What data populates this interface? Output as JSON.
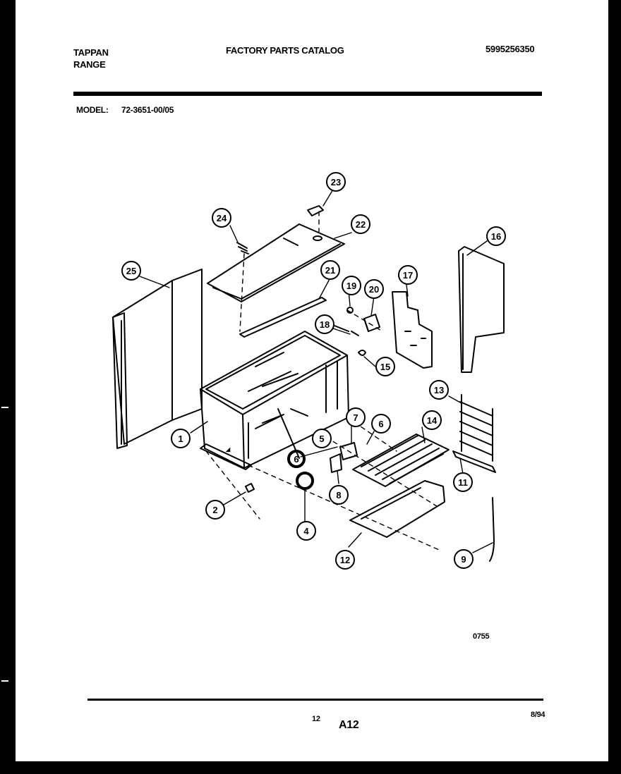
{
  "header": {
    "brand_line1": "TAPPAN",
    "brand_line2": "RANGE",
    "catalog_title": "FACTORY PARTS CATALOG",
    "catalog_number": "5995256350"
  },
  "model": {
    "label": "MODEL:",
    "value": "72-3651-00/05"
  },
  "diagram": {
    "callouts": [
      "1",
      "2",
      "4",
      "5",
      "6",
      "6",
      "7",
      "8",
      "9",
      "11",
      "12",
      "13",
      "14",
      "15",
      "16",
      "17",
      "18",
      "19",
      "20",
      "21",
      "22",
      "23",
      "24",
      "25"
    ]
  },
  "footer": {
    "drawing_code": "0755",
    "page_number": "12",
    "page_code": "A12",
    "date": "8/94"
  }
}
